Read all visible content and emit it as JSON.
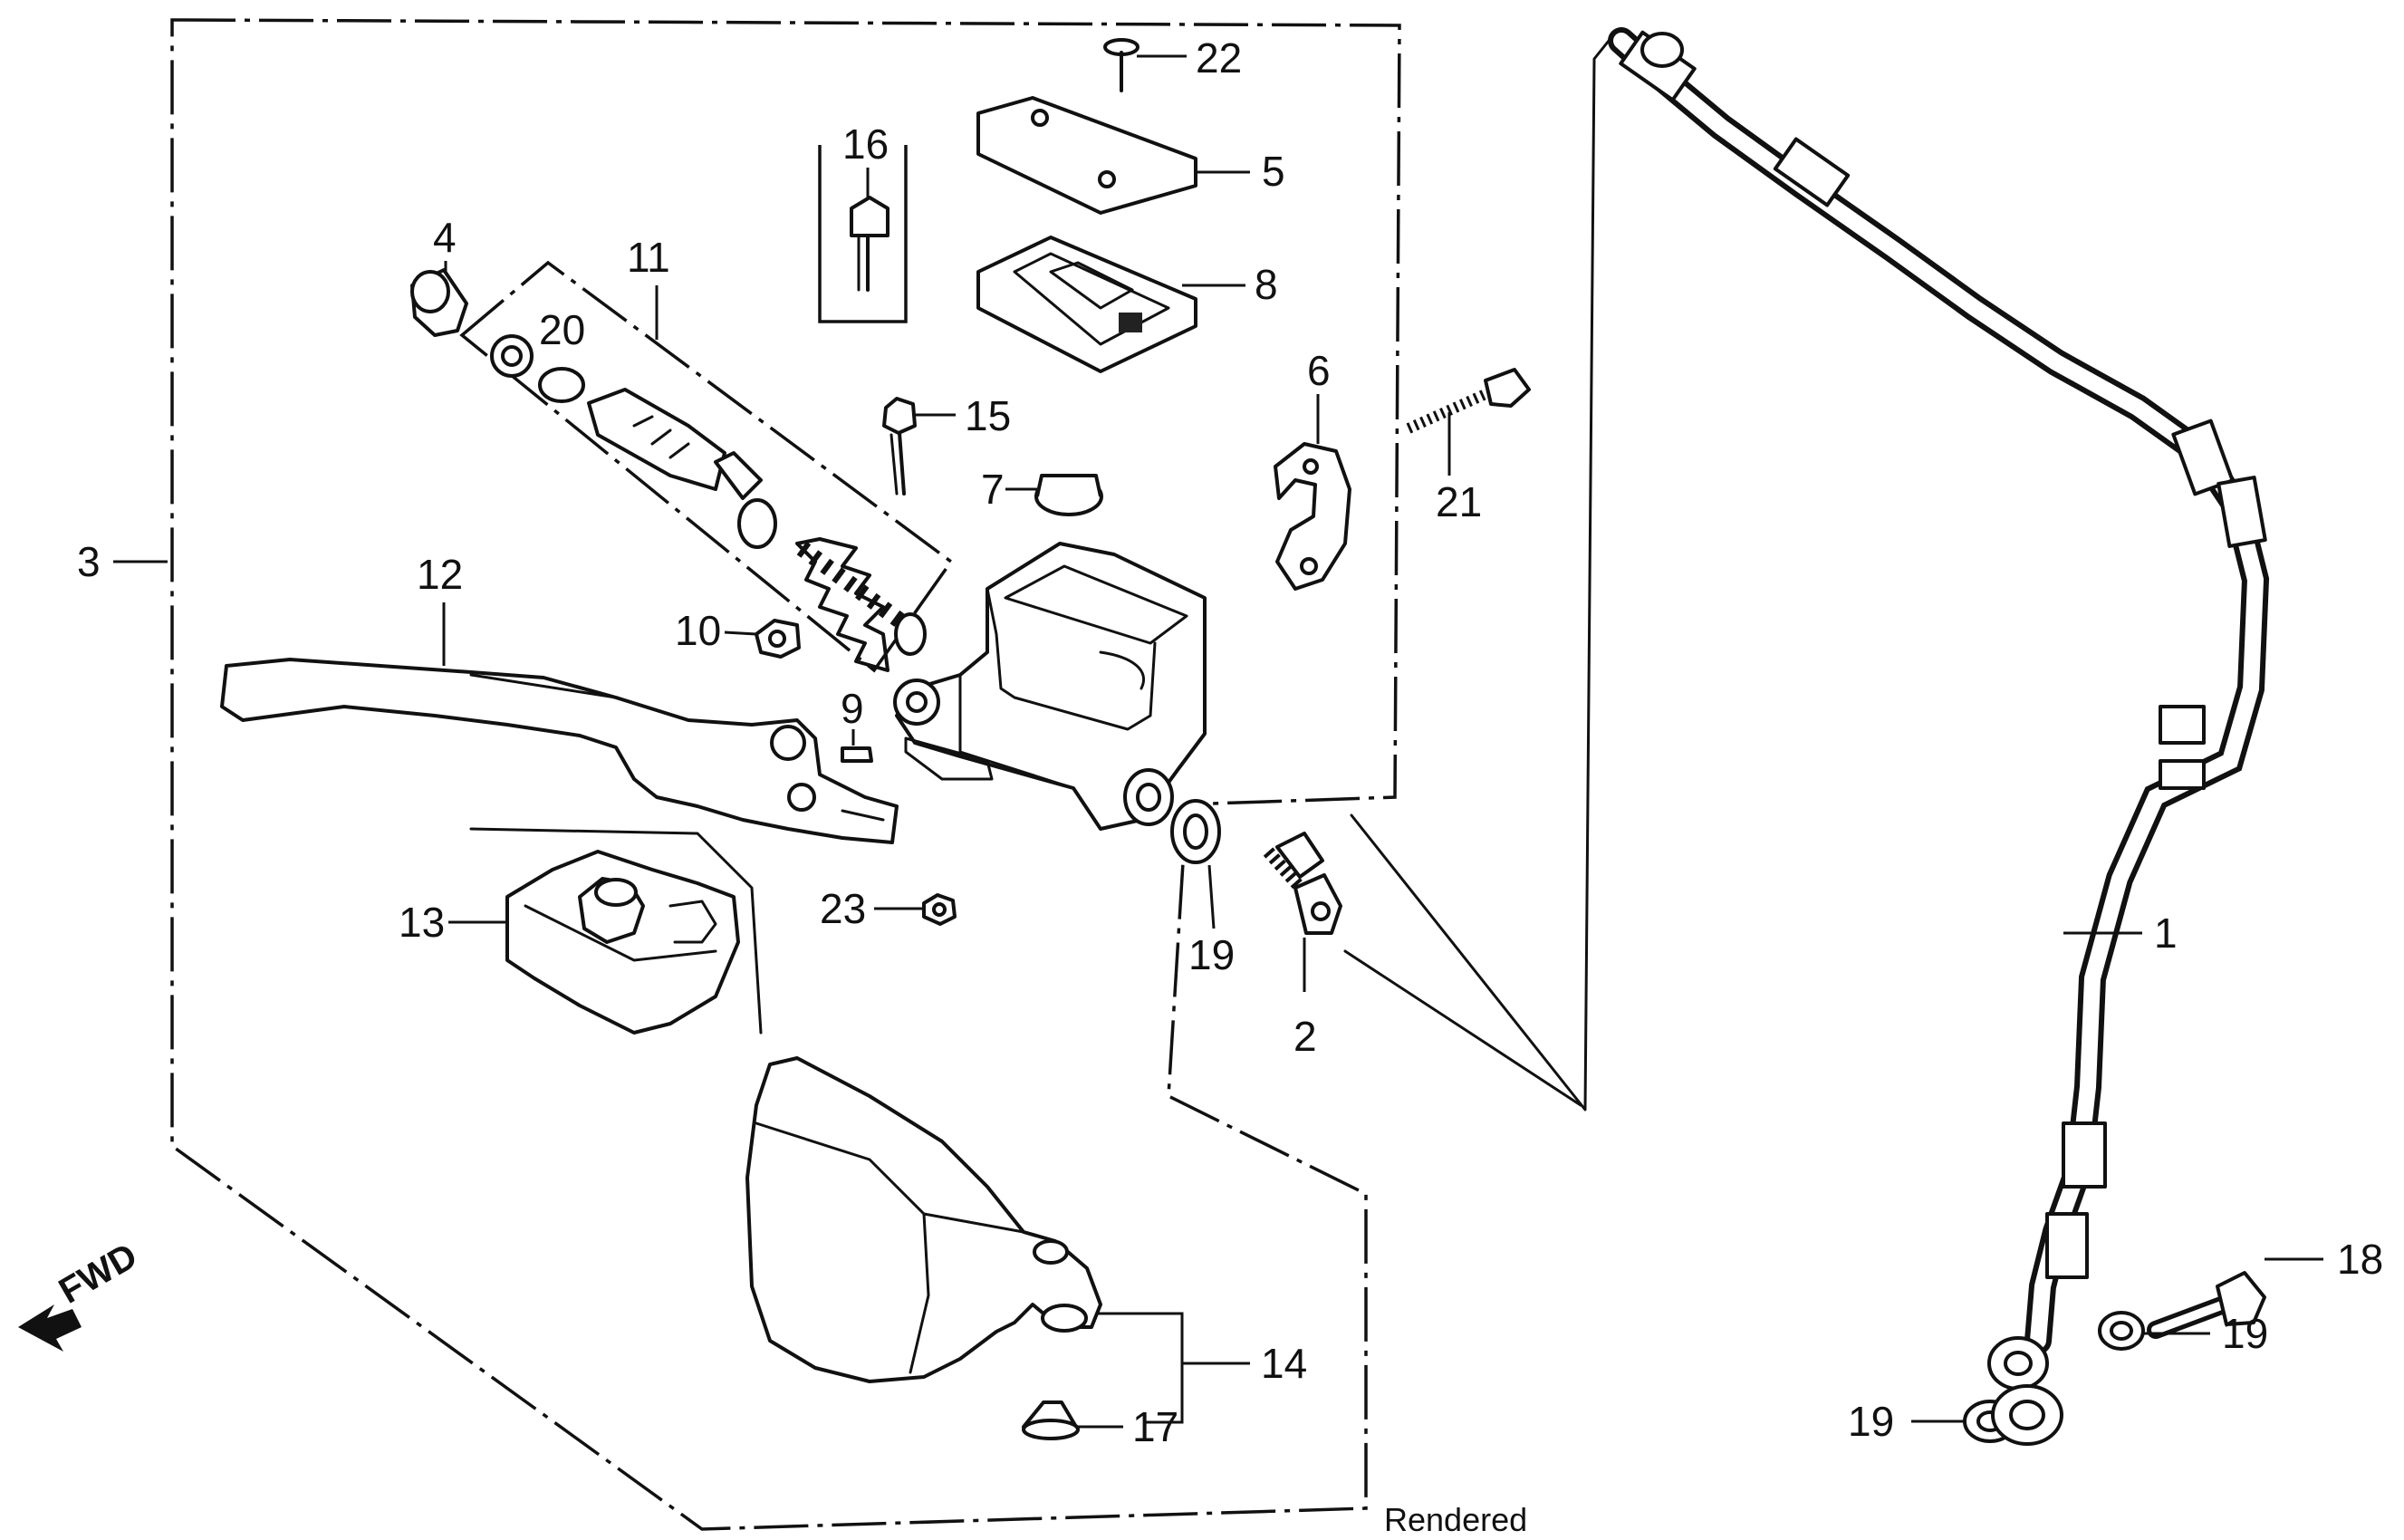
{
  "callouts": {
    "p1": "1",
    "p2": "2",
    "p3": "3",
    "p4": "4",
    "p5": "5",
    "p6": "6",
    "p7": "7",
    "p8": "8",
    "p9": "9",
    "p10": "10",
    "p11": "11",
    "p12": "12",
    "p13": "13",
    "p14": "14",
    "p15": "15",
    "p16": "16",
    "p17": "17",
    "p18": "18",
    "p19a": "19",
    "p19b": "19",
    "p19c": "19",
    "p20": "20",
    "p21": "21",
    "p22": "22",
    "p23": "23"
  },
  "direction_label": "FWD",
  "footer_stamp": "Rendered"
}
